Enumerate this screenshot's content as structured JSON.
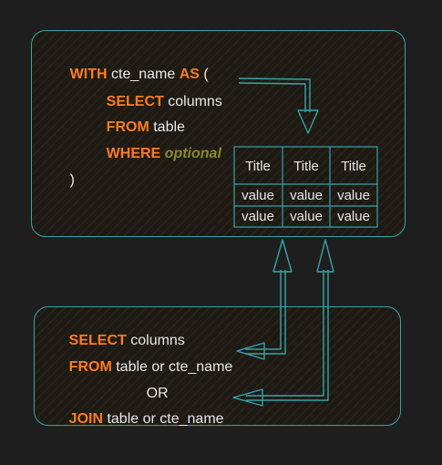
{
  "top_box": {
    "lines": [
      {
        "kw": "WITH",
        "text": " cte_name ",
        "kw2": "AS",
        "text2": " ("
      },
      {
        "kw": "SELECT",
        "text": " columns"
      },
      {
        "kw": "FROM",
        "text": " table"
      },
      {
        "kw": "WHERE",
        "opt": " optional"
      },
      {
        "text": ")"
      }
    ]
  },
  "table": {
    "headers": [
      "Title",
      "Title",
      "Title"
    ],
    "rows": [
      [
        "value",
        "value",
        "value"
      ],
      [
        "value",
        "value",
        "value"
      ]
    ]
  },
  "bottom_box": {
    "select_kw": "SELECT",
    "select_text": " columns",
    "from_kw": "FROM",
    "from_text": " table or cte_name",
    "or_text": "OR",
    "join_kw": "JOIN",
    "join_text": " table or cte_name"
  },
  "colors": {
    "border": "#37a3a9",
    "keyword": "#ff7c1f",
    "text": "#e8e8e8",
    "optional": "#8a8a2a"
  }
}
